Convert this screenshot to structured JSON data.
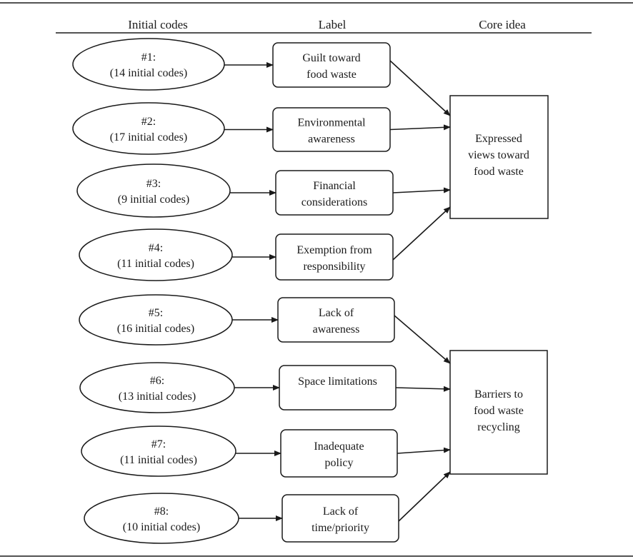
{
  "headers": {
    "initial_codes": "Initial codes",
    "label": "Label",
    "core_idea": "Core idea"
  },
  "codes": [
    {
      "line1": "#1:",
      "line2": "(14 initial codes)"
    },
    {
      "line1": "#2:",
      "line2": "(17 initial codes)"
    },
    {
      "line1": "#3:",
      "line2": "(9 initial codes)"
    },
    {
      "line1": "#4:",
      "line2": "(11 initial codes)"
    },
    {
      "line1": "#5:",
      "line2": "(16 initial codes)"
    },
    {
      "line1": "#6:",
      "line2": "(13 initial codes)"
    },
    {
      "line1": "#7:",
      "line2": "(11 initial codes)"
    },
    {
      "line1": "#8:",
      "line2": "(10 initial codes)"
    }
  ],
  "labels": [
    {
      "line1": "Guilt toward",
      "line2": "food waste"
    },
    {
      "line1": "Environmental",
      "line2": "awareness"
    },
    {
      "line1": "Financial",
      "line2": "considerations"
    },
    {
      "line1": "Exemption from",
      "line2": "responsibility"
    },
    {
      "line1": "Lack of",
      "line2": "awareness"
    },
    {
      "line1": "Space limitations",
      "line2": ""
    },
    {
      "line1": "Inadequate",
      "line2": "policy"
    },
    {
      "line1": "Lack of",
      "line2": "time/priority"
    }
  ],
  "core_ideas": [
    {
      "line1": "Expressed",
      "line2": "views toward",
      "line3": "food waste"
    },
    {
      "line1": "Barriers to",
      "line2": "food waste",
      "line3": "recycling"
    }
  ]
}
